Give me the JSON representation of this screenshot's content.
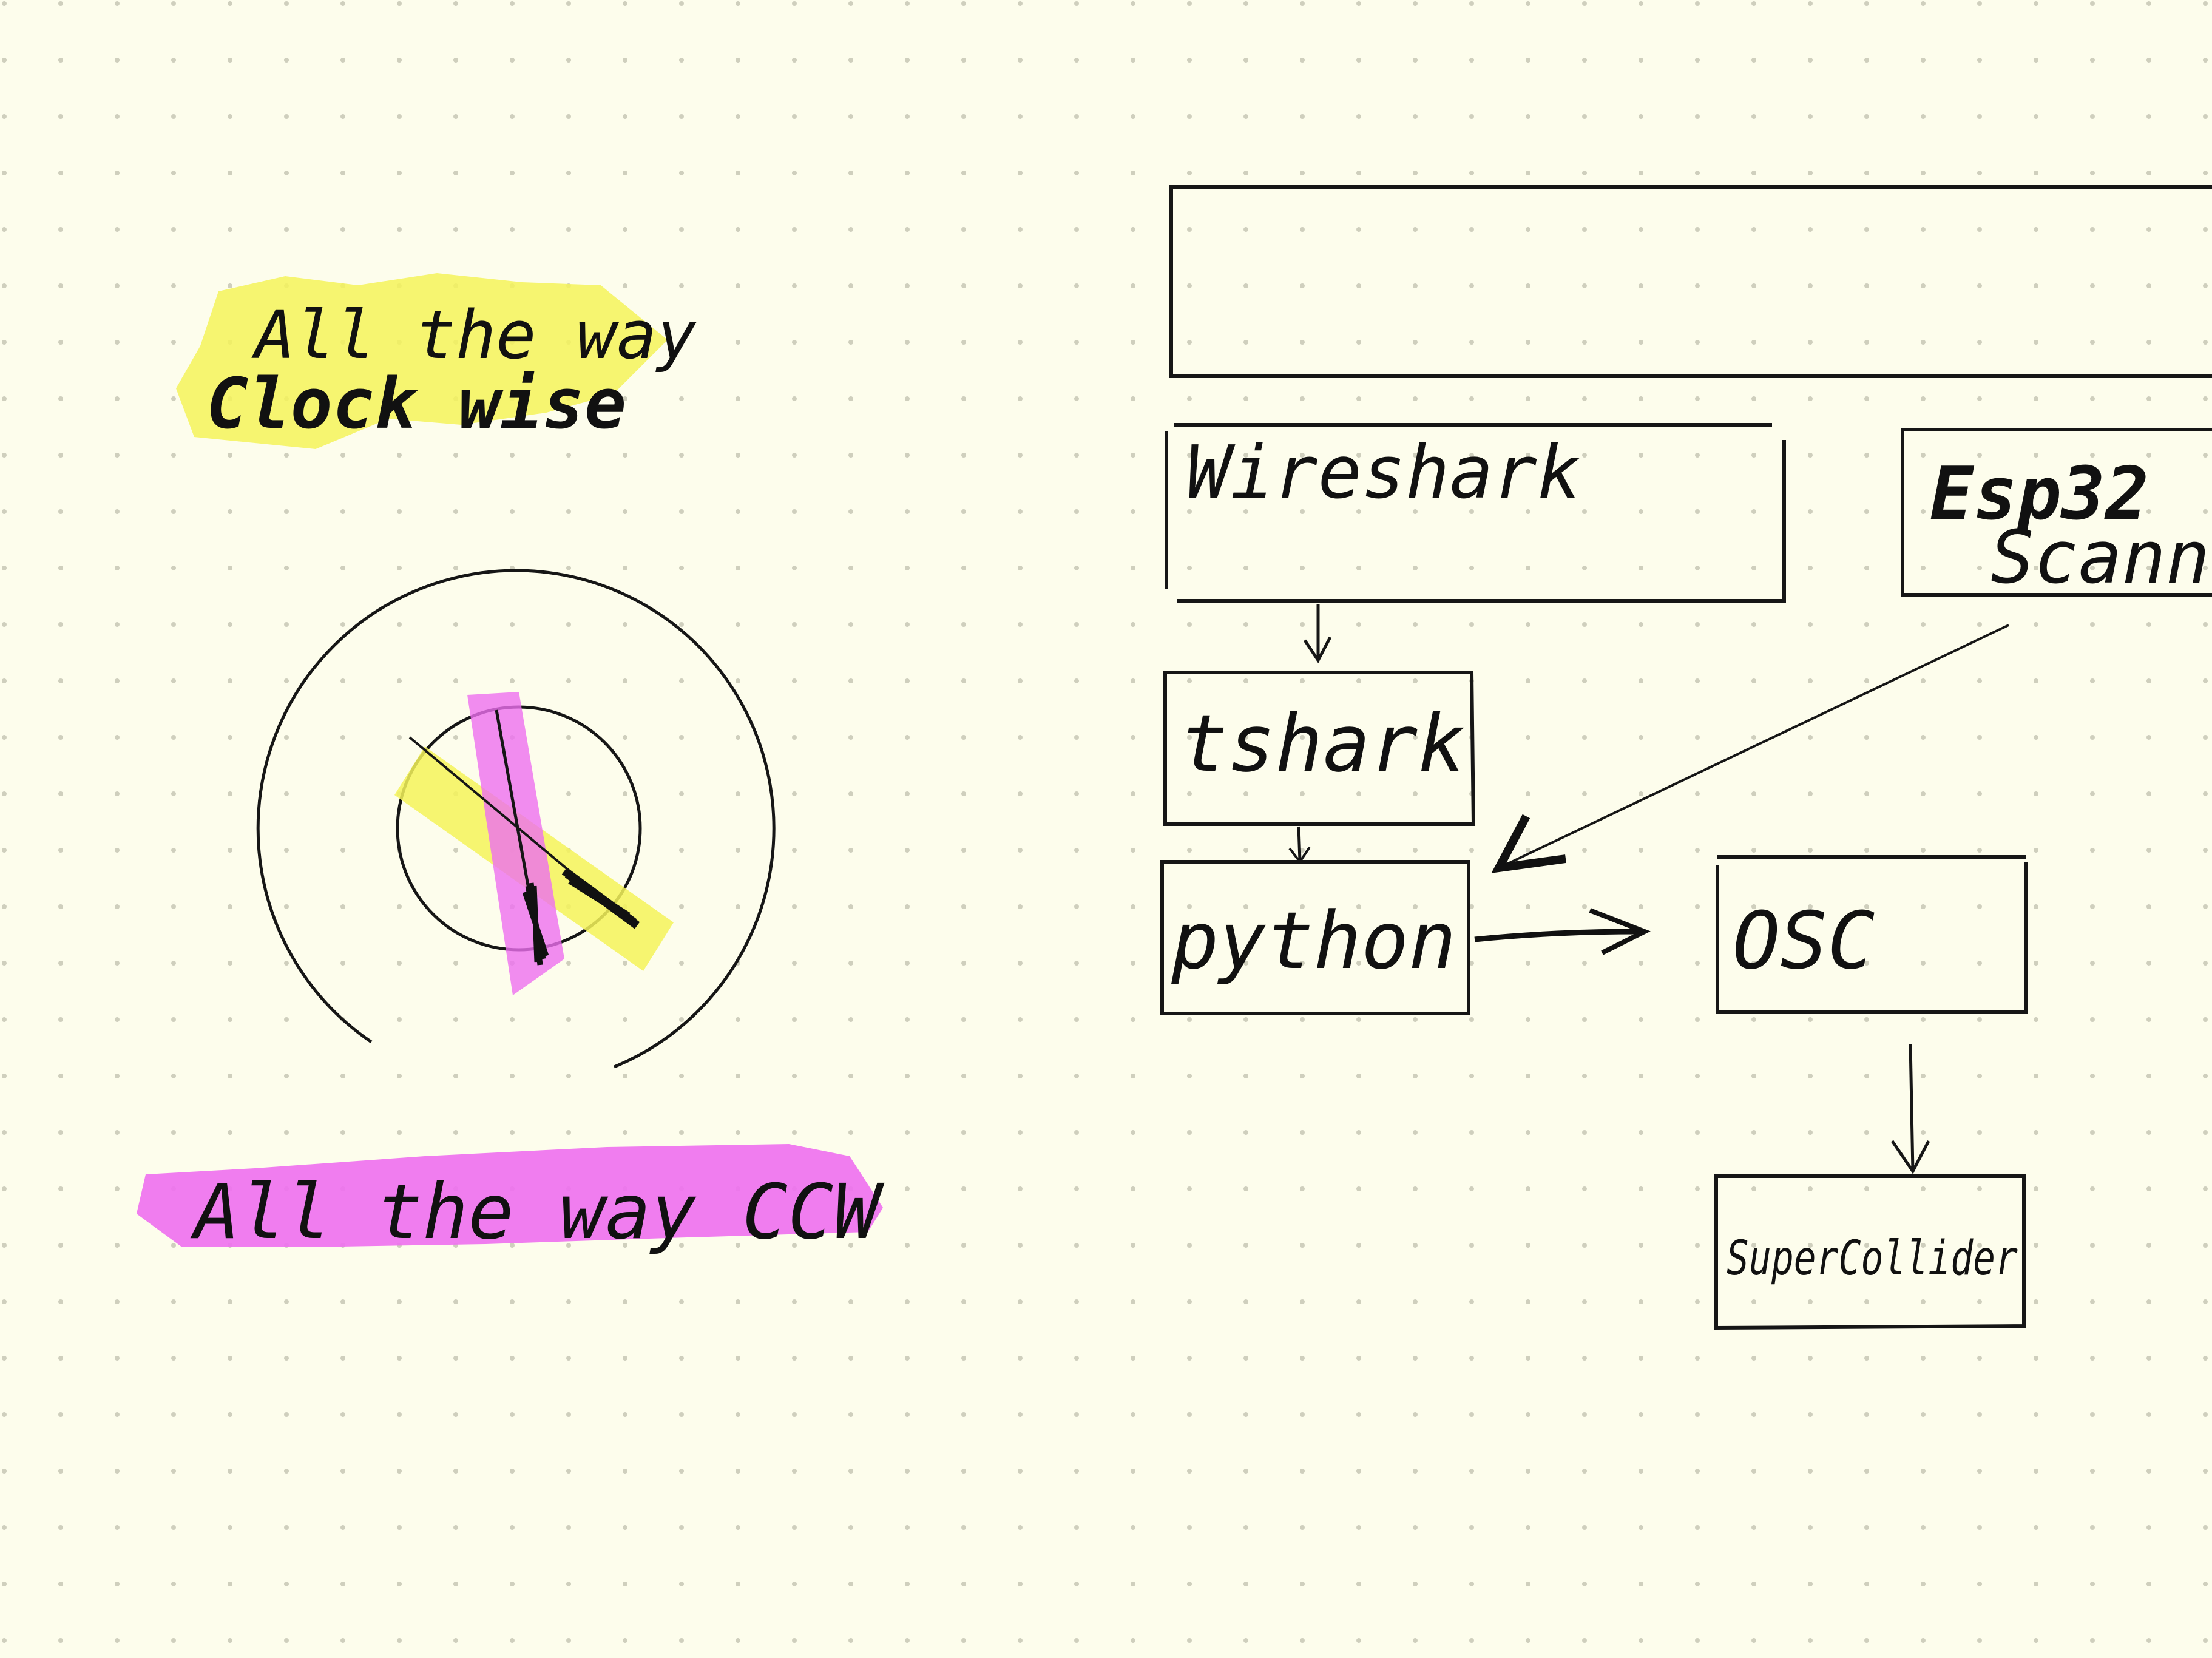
{
  "colors": {
    "paper": "#fdfdec",
    "dot": "#c9c9b8",
    "ink": "#161616",
    "highlight_yellow": "#f4f35a",
    "highlight_pink": "#ee6ff0",
    "highlight_overlap": "#f08070"
  },
  "notes": {
    "clockwise_line1": "All the way",
    "clockwise_line2": "Clock wise",
    "ccw": "All the way CCW"
  },
  "diagram": {
    "wireshark": "Wireshark",
    "esp32_line1": "Esp32",
    "esp32_line2": "Scann",
    "tshark": "tshark",
    "python": "python",
    "osc": "OSC",
    "supercollider": "SuperCollider"
  }
}
